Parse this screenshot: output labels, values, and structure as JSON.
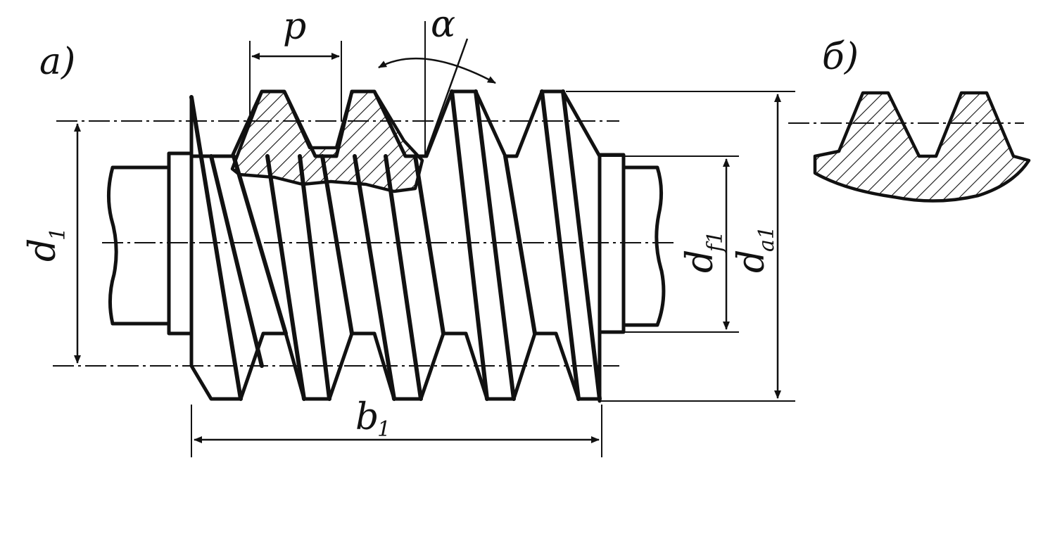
{
  "views": {
    "a_label": "а)",
    "b_label": "б)"
  },
  "dimensions": {
    "pitch": "p",
    "angle": "α",
    "pitch_diameter": {
      "main": "d",
      "sub": "1"
    },
    "root_diameter": {
      "main": "d",
      "sub": "f1"
    },
    "tip_diameter": {
      "main": "d",
      "sub": "a1"
    },
    "length": {
      "main": "b",
      "sub": "1"
    }
  },
  "colors": {
    "ink": "#111111",
    "paper": "#ffffff"
  }
}
